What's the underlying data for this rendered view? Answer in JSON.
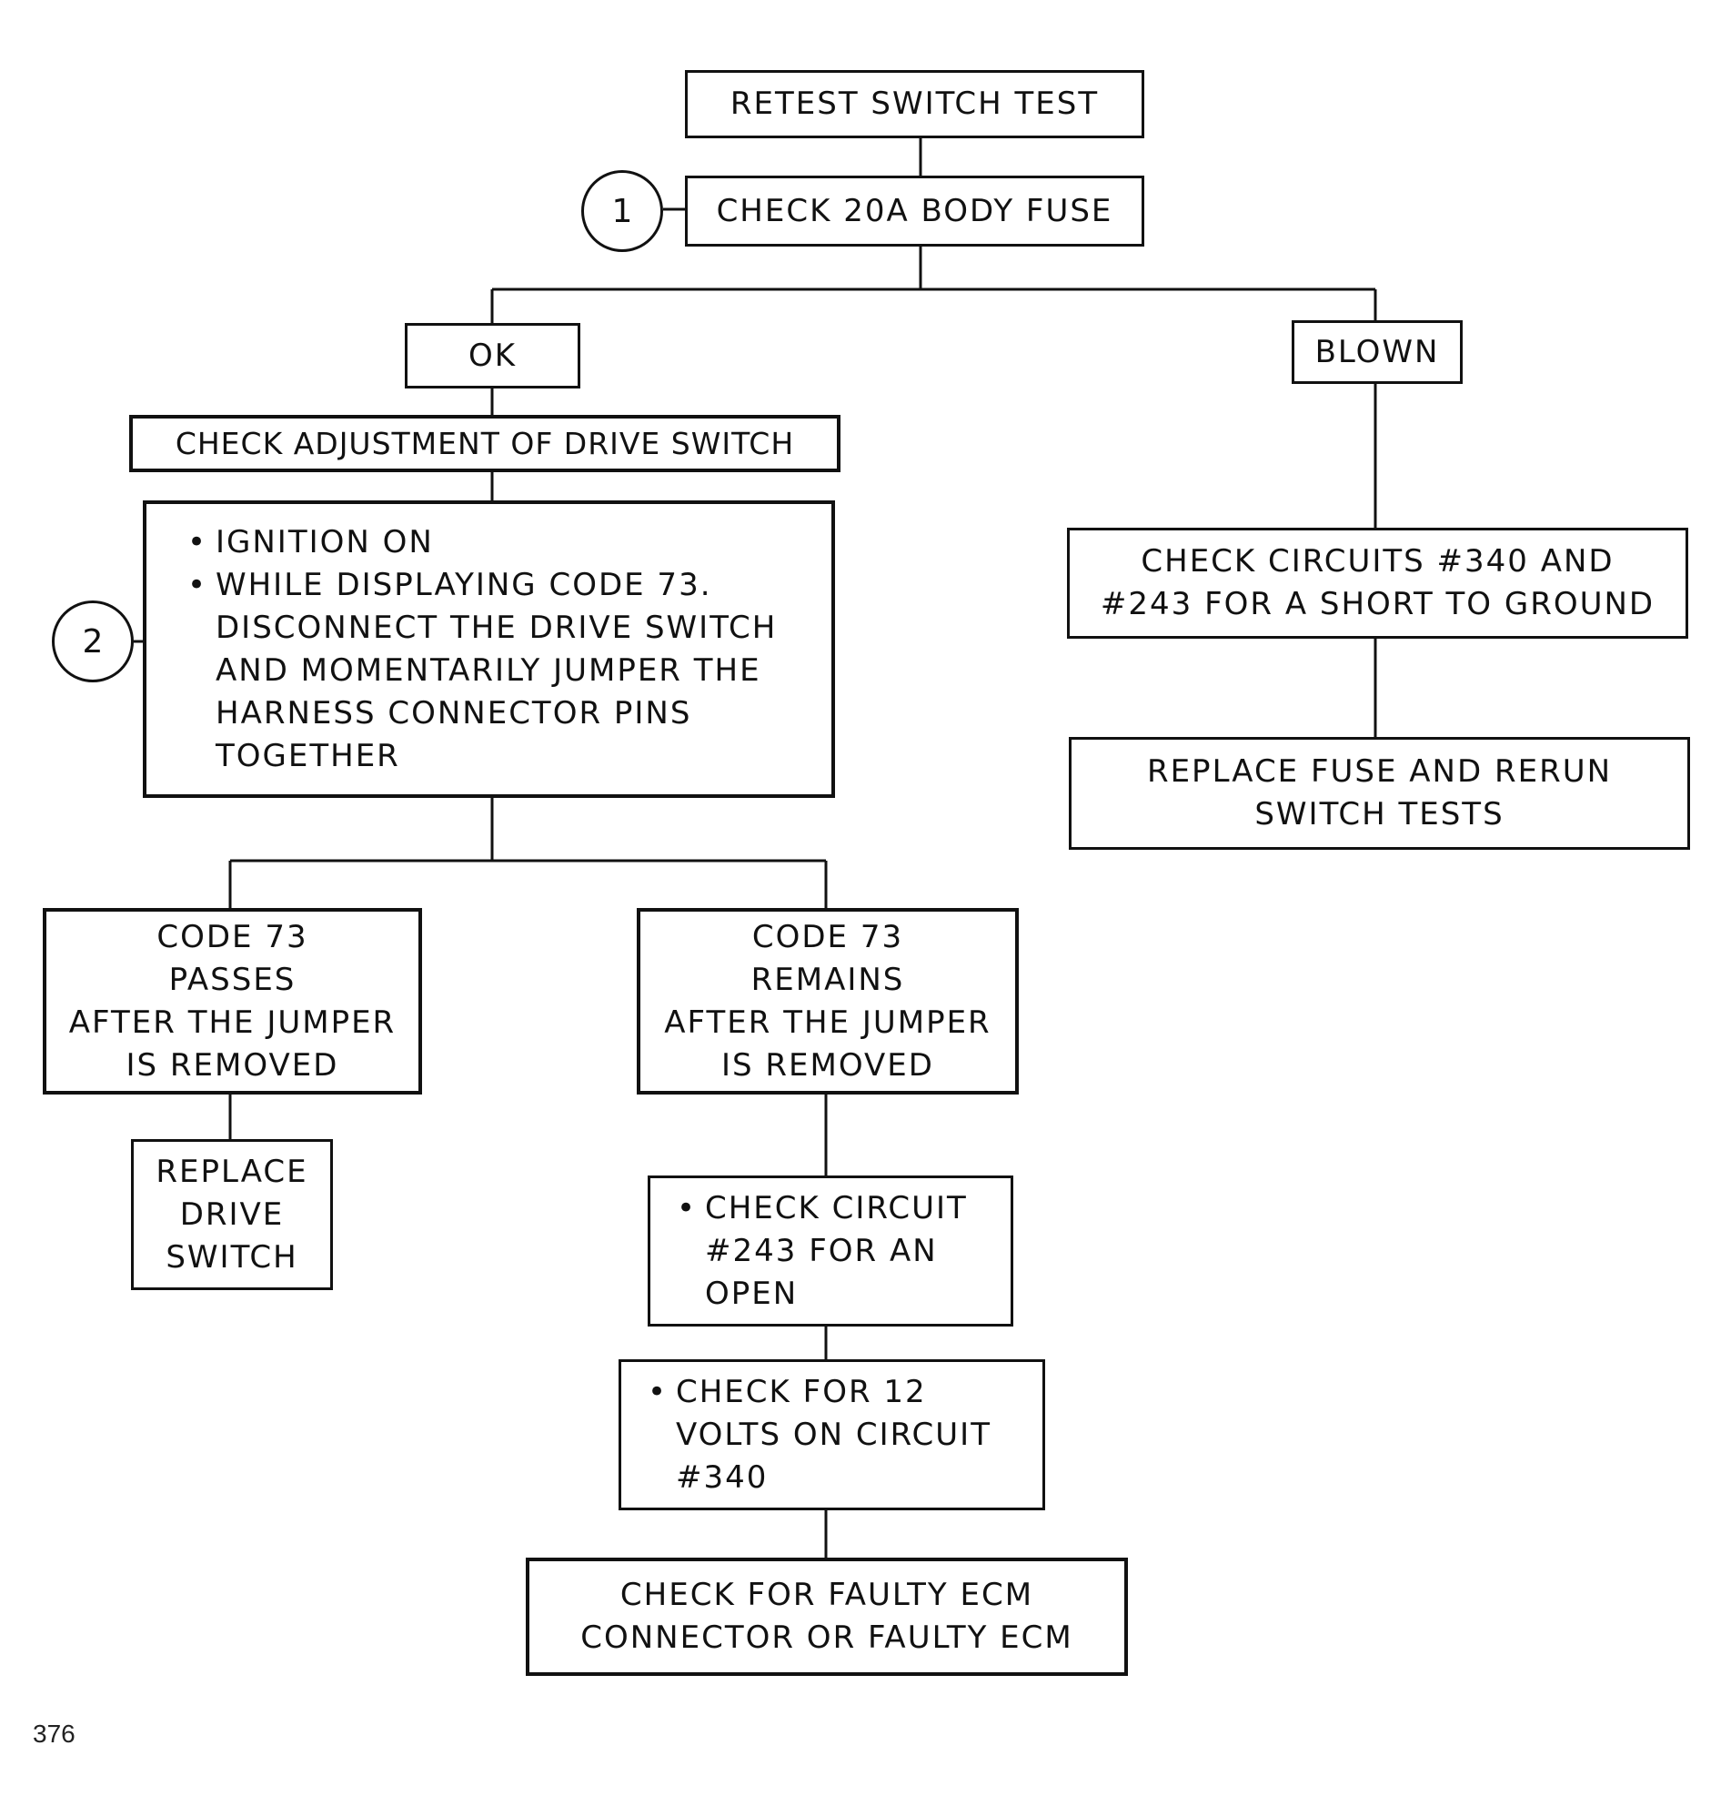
{
  "flowchart": {
    "steps": {
      "retest": {
        "lines": [
          "RETEST SWITCH TEST"
        ]
      },
      "check_fuse": {
        "lines": [
          "CHECK 20A BODY FUSE"
        ]
      },
      "ok": {
        "lines": [
          "OK"
        ]
      },
      "blown": {
        "lines": [
          "BLOWN"
        ]
      },
      "check_adjustment": {
        "lines": [
          "CHECK ADJUSTMENT OF DRIVE SWITCH"
        ]
      },
      "ignition": {
        "items": [
          {
            "bullet": "•",
            "lines": [
              "IGNITION ON"
            ]
          },
          {
            "bullet": "•",
            "lines": [
              "WHILE DISPLAYING CODE 73.",
              "DISCONNECT THE DRIVE SWITCH",
              "AND MOMENTARILY JUMPER THE",
              "HARNESS CONNECTOR PINS",
              "TOGETHER"
            ]
          }
        ]
      },
      "check_short": {
        "lines": [
          "CHECK CIRCUITS #340 AND",
          "#243 FOR A SHORT TO GROUND"
        ]
      },
      "replace_fuse": {
        "lines": [
          "REPLACE FUSE AND RERUN",
          "SWITCH TESTS"
        ]
      },
      "code_passes": {
        "lines": [
          "CODE 73",
          "PASSES",
          "AFTER THE JUMPER",
          "IS REMOVED"
        ]
      },
      "code_remains": {
        "lines": [
          "CODE 73",
          "REMAINS",
          "AFTER THE JUMPER",
          "IS REMOVED"
        ]
      },
      "replace_switch": {
        "lines": [
          "REPLACE",
          "DRIVE",
          "SWITCH"
        ]
      },
      "check_open": {
        "items": [
          {
            "bullet": "•",
            "lines": [
              "CHECK CIRCUIT",
              "#243 FOR AN",
              "OPEN"
            ]
          }
        ]
      },
      "check_12v": {
        "items": [
          {
            "bullet": "•",
            "lines": [
              "CHECK FOR 12",
              "VOLTS ON CIRCUIT",
              "#340"
            ]
          }
        ]
      },
      "check_ecm": {
        "lines": [
          "CHECK FOR FAULTY ECM",
          "CONNECTOR OR FAULTY ECM"
        ]
      }
    },
    "callouts": {
      "one": "1",
      "two": "2"
    }
  },
  "page_number": "376"
}
